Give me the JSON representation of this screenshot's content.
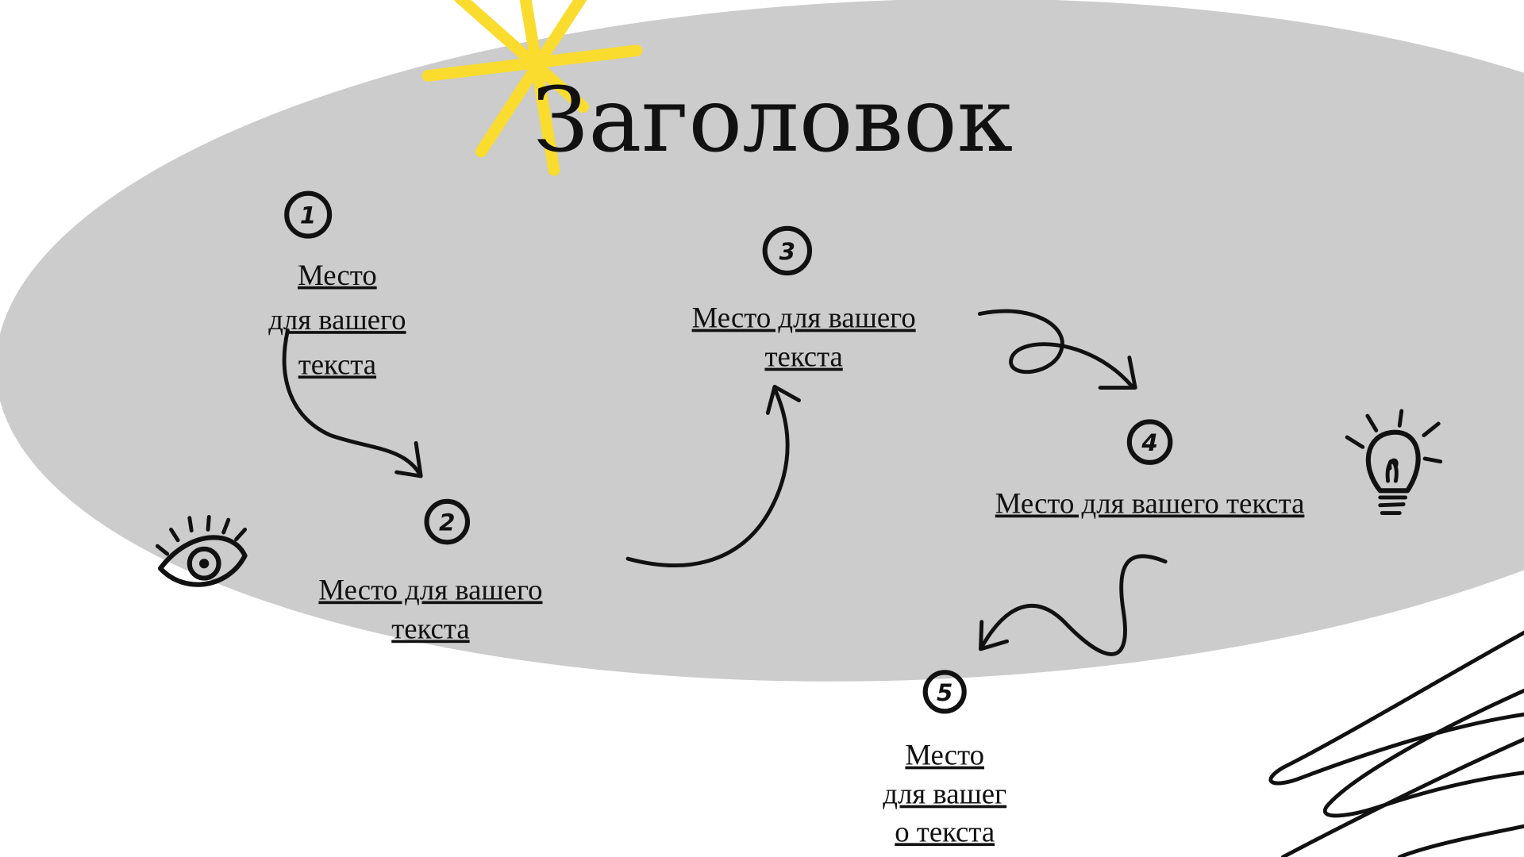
{
  "title": "Заголовок",
  "colors": {
    "ellipse": "#CCCCCC",
    "star": "#F9DC2E",
    "ink": "#111111"
  },
  "steps": [
    {
      "number": "1",
      "lines": [
        "Место",
        "для вашего",
        "текста"
      ]
    },
    {
      "number": "2",
      "lines": [
        "Место для вашего",
        "текста"
      ]
    },
    {
      "number": "3",
      "lines": [
        "Место для вашего",
        "текста"
      ]
    },
    {
      "number": "4",
      "lines": [
        "Место для вашего текста"
      ]
    },
    {
      "number": "5",
      "lines": [
        "Место",
        "для вашег",
        "о текста"
      ]
    }
  ]
}
